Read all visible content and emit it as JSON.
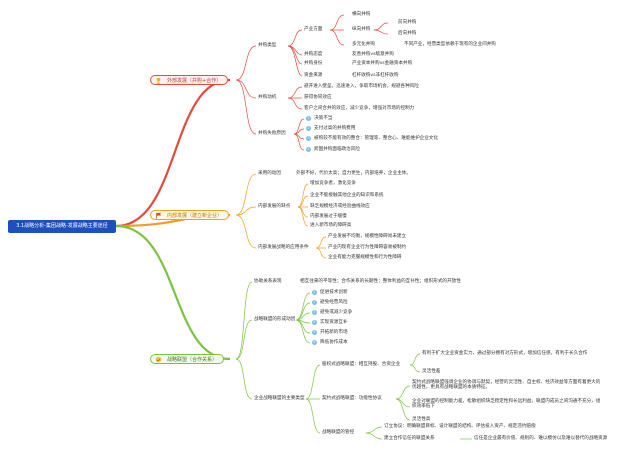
{
  "root": "3.1战略分析-集团战略-发展战略主要途径",
  "branches": {
    "external": "外部发展（并购+合作）",
    "internal": "内部发展（建立新企业）",
    "alliance": "战略联盟（合作关系）"
  },
  "external": {
    "types_label": "并购类型",
    "industry_dir": "产业方面",
    "horizontal": "横向并购",
    "vertical": "纵向并购",
    "forward": "前向并购",
    "backward": "后向并购",
    "diversified": "多元化并购",
    "diversified_note": "不同产业，经营类型依赖于现有的企业间并购",
    "attitude": "并购态度",
    "attitude_note": "友善并购vs敌意并购",
    "body": "并购身份",
    "body_note": "产业资本并购vs金融资本并购",
    "funding": "资金来源",
    "funding_note": "杠杆收购vs非杠杆收购",
    "motive_label": "并购动机",
    "motive_1": "避开进入壁垒，迅速进入，争取市场机会，规避各种风险",
    "motive_2": "获得协同效应",
    "motive_3": "客户之间合并的效应，减少竞争，增强对市场的控制力",
    "fail_label": "并购失败原因",
    "fail_1": "决策不当",
    "fail_2": "支付过高的并购费用",
    "fail_3": "被购较不能有效的整合：管理等、整合心、难能维护企业文化",
    "fail_4": "跨国并购面临政治风险"
  },
  "internal": {
    "drive_label": "采用的动因",
    "drive_text": "外部不好，代价太高；自力更生，内部培养，企业主体。",
    "cons_label": "内部发展的缺点",
    "cons_1": "增加竞争者，激化竞争",
    "cons_2": "企业不能接触其他企业的知识和系统",
    "cons_3": "缺乏规模经济或经验曲线效应",
    "cons_4": "内部发展过于缓慢",
    "cons_5": "进入新市场的障碍高",
    "fit_label": "内部发展战略的应用条件",
    "fit_1": "产业发展不均衡，规模性障碍尚未建立",
    "fit_2": "产业内现有企业行为性障碍容易被制约",
    "fit_3": "企业有能力克服规模性和行为性障碍"
  },
  "alliance": {
    "feature_label": "协助关系表现",
    "feature_text": "相互往来的平等性；合作关系的长期性；整体利益的互补性；组织形式的开放性",
    "motive_label": "战略联盟的形成动因",
    "motives": [
      "促进技术创新",
      "避免经营风险",
      "避免或减少竞争",
      "实现资源互补",
      "开拓新的市场",
      "降低协作成本"
    ],
    "type_label": "企业战略联盟的主要类型",
    "equity_label": "股权式战略联盟：相互持股、合资企业",
    "equity_1": "有利于扩大企业资金实力，通过部分拥有对方形式，增加信任感，有利于长久合作",
    "equity_2": "灵活性差",
    "contract_label": "契约式战略联盟：功能性协议",
    "contract_1": "契约式战略联盟强调企业的协调与默契，经营的灵活性、自主权、经济效益等方面有着更大的优越性，更具有战略联盟的本质特征。",
    "contract_2": "企业对联盟的控制能力差，松散组织缺乏稳定性和长远利益，联盟内成员之间沟通不充分，组织效率低下",
    "contract_3": "灵活性高",
    "mgmt_label": "战略联盟的管控",
    "mgmt_1": "订立协议：明确联盟目标、设计联盟的结构、评估投入资产、规定违约赔偿",
    "mgmt_2": "建立合作信任的联盟关系",
    "mgmt_2_note": "信任是企业最有价值、规则的、难以模仿以及难以替代的战略资源"
  }
}
